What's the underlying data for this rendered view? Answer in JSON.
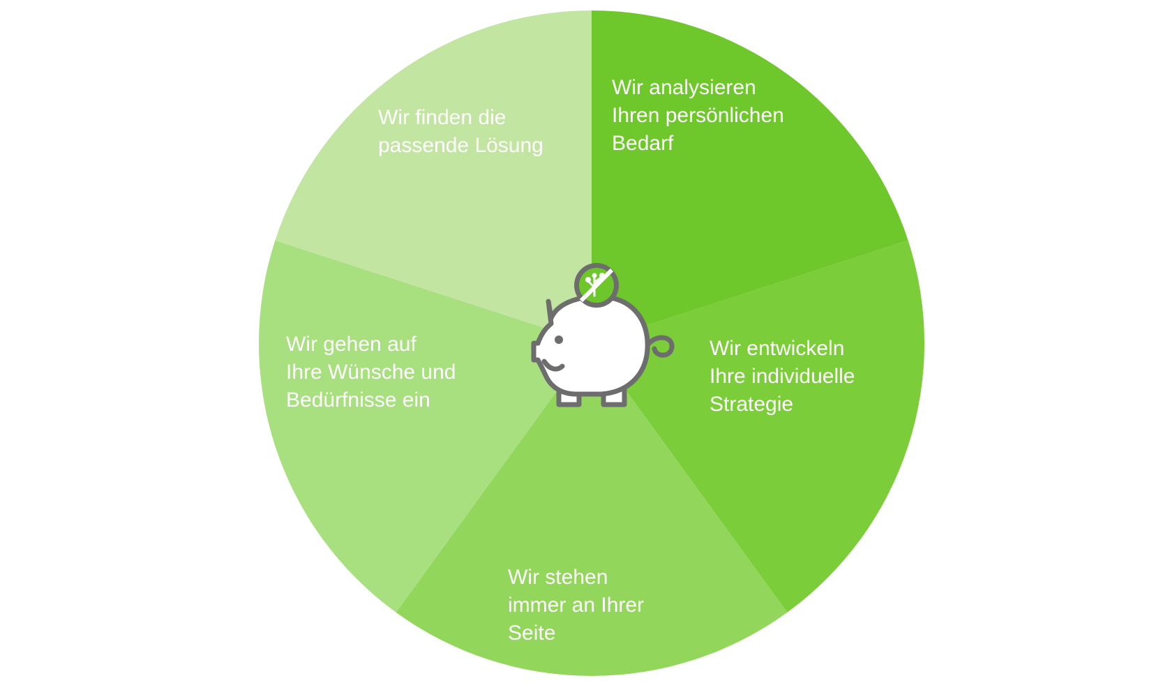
{
  "diagram": {
    "center_icon": "piggy-bank-icon",
    "coin_icon": "sprout-coin-icon",
    "colors": {
      "outline": "#6d6d6d",
      "coin_fill": "#6dc62a",
      "label": "#ffffff"
    },
    "segments": [
      {
        "id": "analyze",
        "color": "#6fc82b",
        "lines": [
          "Wir analysieren",
          "Ihren persönlichen",
          "Bedarf"
        ]
      },
      {
        "id": "develop",
        "color": "#7bcd39",
        "lines": [
          "Wir entwickeln",
          "Ihre individuelle",
          "Strategie"
        ]
      },
      {
        "id": "support",
        "color": "#93d65c",
        "lines": [
          "Wir stehen",
          "immer an Ihrer",
          "Seite"
        ]
      },
      {
        "id": "needs",
        "color": "#a8df7f",
        "lines": [
          "Wir gehen auf",
          "Ihre Wünsche und",
          "Bedürfnisse ein"
        ]
      },
      {
        "id": "solution",
        "color": "#c2e6a1",
        "lines": [
          "Wir finden die",
          "passende Lösung"
        ]
      }
    ]
  }
}
